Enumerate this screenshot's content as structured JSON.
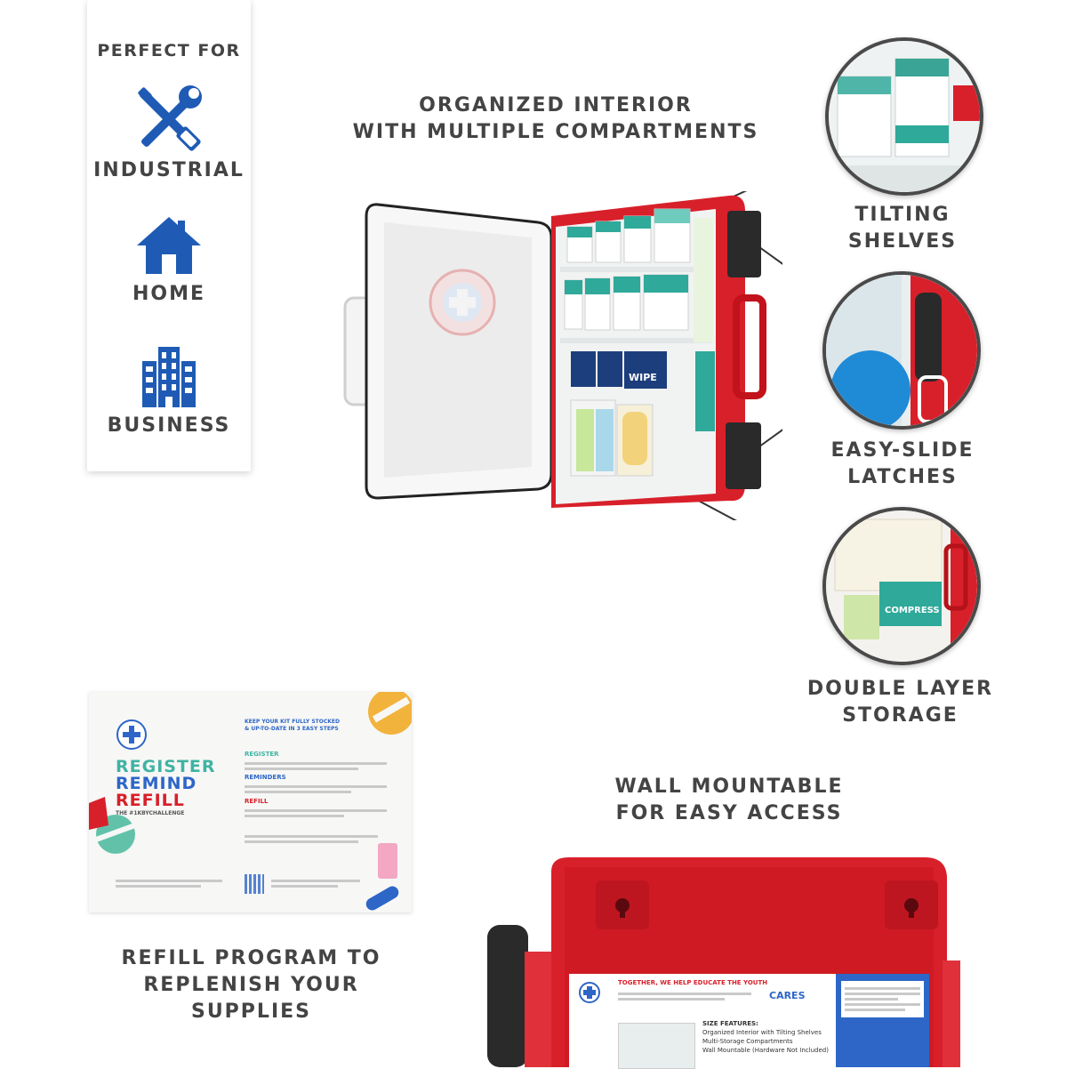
{
  "perfect_for": {
    "heading": "PERFECT FOR",
    "items": [
      {
        "label": "INDUSTRIAL",
        "icon": "wrench-screwdriver-icon"
      },
      {
        "label": "HOME",
        "icon": "house-icon"
      },
      {
        "label": "BUSINESS",
        "icon": "office-building-icon"
      }
    ],
    "icon_color": "#1f5bb5"
  },
  "features": {
    "interior": {
      "line1": "ORGANIZED INTERIOR",
      "line2": "WITH MULTIPLE COMPARTMENTS"
    },
    "shelves": {
      "line1": "TILTING",
      "line2": "SHELVES"
    },
    "latches": {
      "line1": "EASY-SLIDE",
      "line2": "LATCHES"
    },
    "storage": {
      "line1": "DOUBLE LAYER",
      "line2": "STORAGE"
    },
    "wall": {
      "line1": "WALL MOUNTABLE",
      "line2": "FOR EASY ACCESS"
    },
    "refill": {
      "line1": "REFILL PROGRAM TO",
      "line2": "REPLENISH YOUR SUPPLIES"
    }
  },
  "refill_card": {
    "register": "REGISTER",
    "remind": "REMIND",
    "refill": "REFILL",
    "tagline": "THE #1KBYCHALLENGE",
    "header_line1": "KEEP YOUR KIT FULLY STOCKED",
    "header_line2": "& UP-TO-DATE IN 3 EASY STEPS",
    "step1": "REGISTER",
    "step2": "REMINDERS",
    "step3": "REFILL"
  },
  "product": {
    "wipe_label": "WIPE",
    "compress_label": "COMPRESS",
    "kit_label_heading": "TOGETHER, WE HELP EDUCATE THE YOUTH",
    "cares_label": "CARES",
    "features_heading": "SIZE FEATURES:",
    "features": [
      "Organized Interior with Tilting Shelves",
      "Multi-Storage Compartments",
      "Wall Mountable (Hardware Not Included)"
    ]
  },
  "colors": {
    "kit_red": "#d8202a",
    "text_gray": "#444444",
    "teal": "#2fa99a",
    "navy": "#1d3e7c"
  }
}
